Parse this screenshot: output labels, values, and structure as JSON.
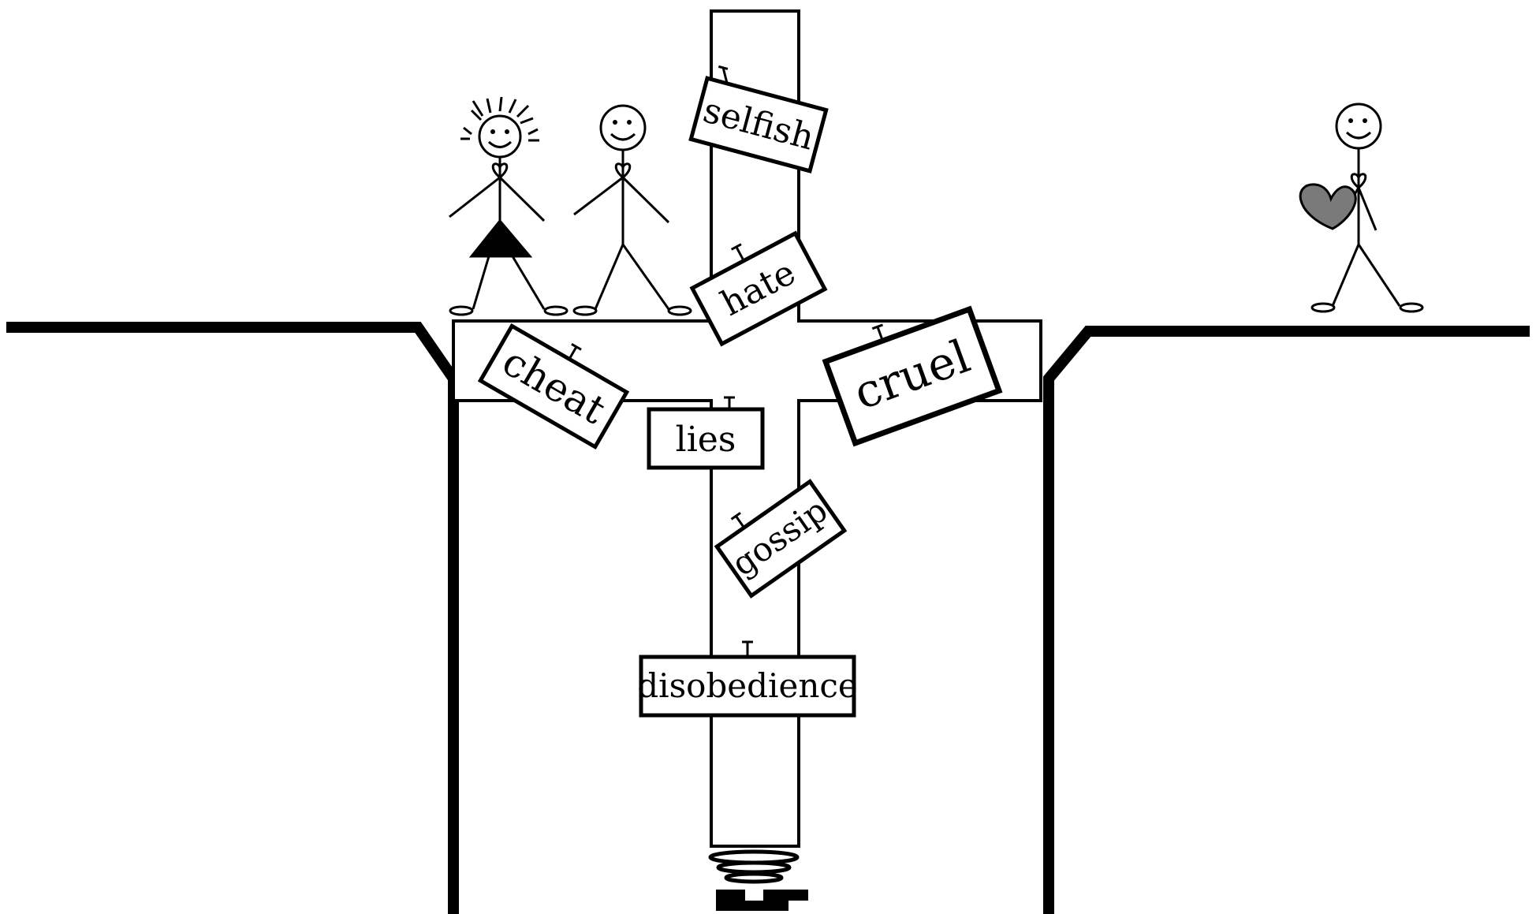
{
  "diagram": {
    "signs": [
      {
        "id": "selfish",
        "text": "selfish"
      },
      {
        "id": "hate",
        "text": "hate"
      },
      {
        "id": "cheat",
        "text": "cheat"
      },
      {
        "id": "cruel",
        "text": "cruel"
      },
      {
        "id": "lies",
        "text": "lies"
      },
      {
        "id": "gossip",
        "text": "gossip"
      },
      {
        "id": "disobedience",
        "text": "disobedience"
      }
    ],
    "colors": {
      "ink": "#000000",
      "heart": "#7a7a7a",
      "background": "#ffffff"
    }
  }
}
